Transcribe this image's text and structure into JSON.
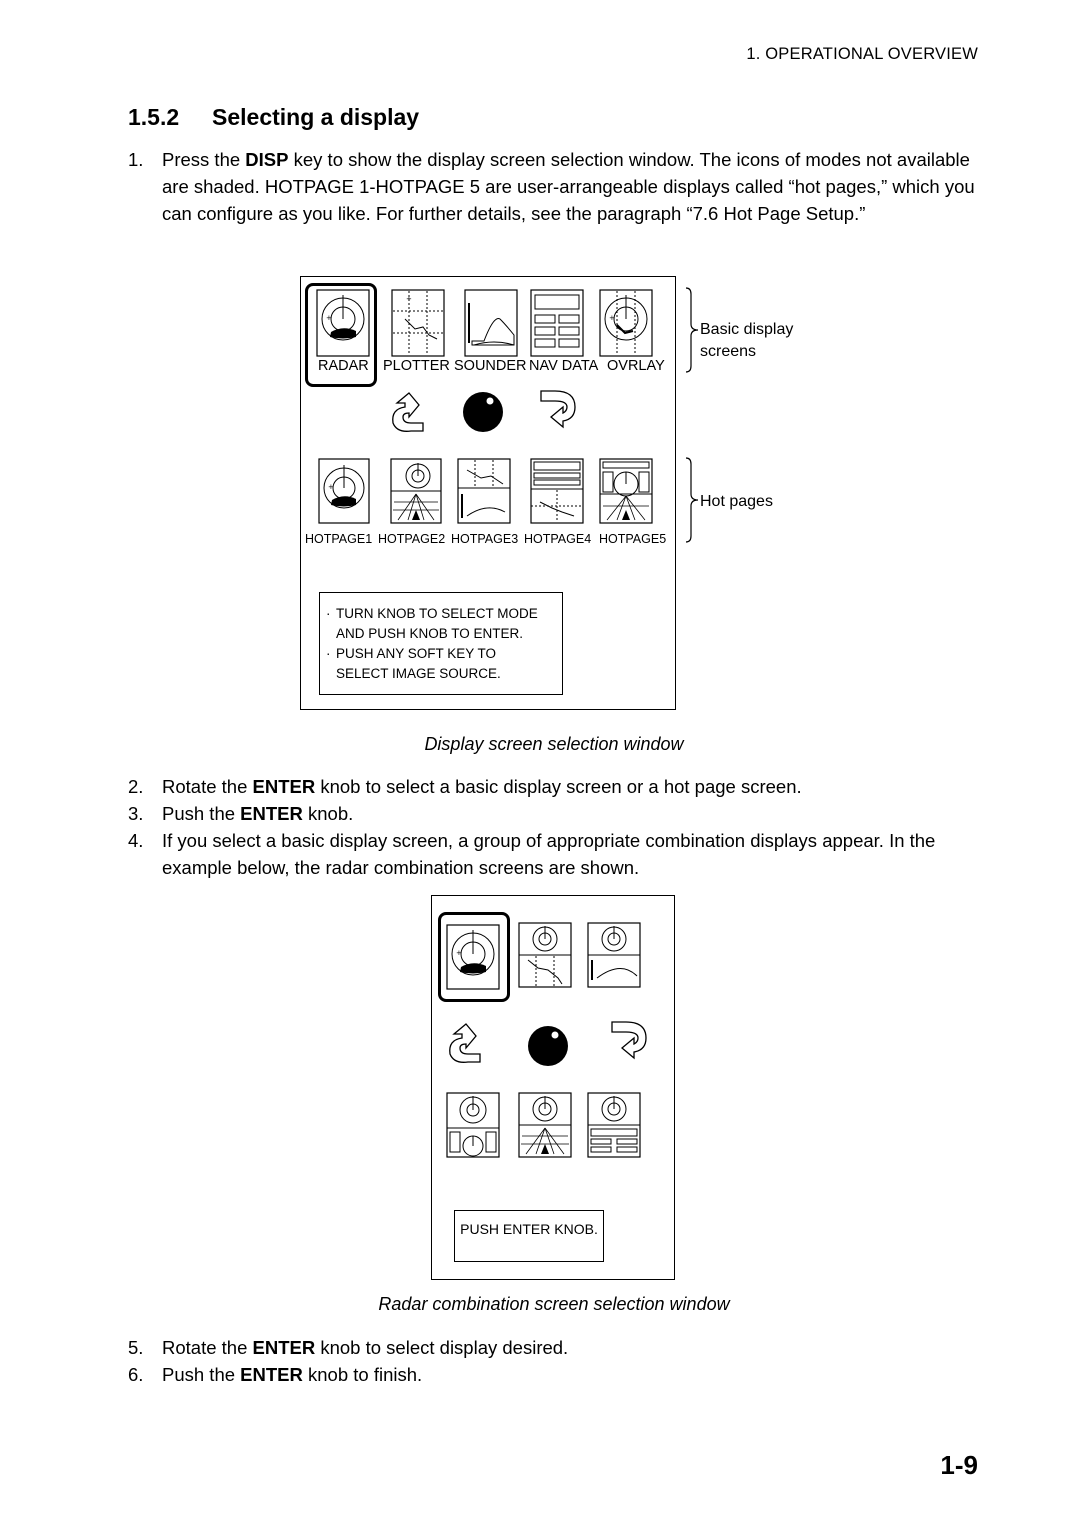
{
  "header": {
    "chapter": "1. OPERATIONAL OVERVIEW"
  },
  "section": {
    "number": "1.5.2",
    "title": "Selecting a display"
  },
  "steps_a": [
    {
      "n": "1.",
      "parts": [
        "Press the ",
        "DISP",
        " key to show the display screen selection window. The icons of modes not available are shaded. HOTPAGE 1-HOTPAGE 5 are user-arrangeable displays called “hot pages,” which you can configure as you like. For further details, see the paragraph “7.6 Hot Page Setup.”"
      ]
    }
  ],
  "figure1": {
    "modes": [
      "RADAR",
      "PLOTTER",
      "SOUNDER",
      "NAV DATA",
      "OVRLAY"
    ],
    "hotpages": [
      "HOTPAGE1",
      "HOTPAGE2",
      "HOTPAGE3",
      "HOTPAGE4",
      "HOTPAGE5"
    ],
    "instructions": [
      "TURN KNOB TO SELECT MODE",
      "AND PUSH KNOB TO ENTER.",
      "PUSH ANY SOFT KEY TO",
      "SELECT IMAGE SOURCE."
    ],
    "bullet": "·",
    "bracket_basic": [
      "Basic display",
      "screens"
    ],
    "bracket_hot": "Hot pages",
    "caption": "Display screen selection window"
  },
  "steps_b": [
    {
      "n": "2.",
      "parts": [
        "Rotate the ",
        "ENTER",
        " knob to select a basic display screen or a hot page screen."
      ]
    },
    {
      "n": "3.",
      "parts": [
        "Push the ",
        "ENTER",
        " knob."
      ]
    },
    {
      "n": "4.",
      "parts": [
        "If you select a basic display screen, a group of appropriate combination displays appear. In the example below, the radar combination screens are shown."
      ]
    }
  ],
  "figure2": {
    "instruction": "PUSH ENTER KNOB.",
    "caption": "Radar combination screen selection window"
  },
  "steps_c": [
    {
      "n": "5.",
      "parts": [
        "Rotate the ",
        "ENTER",
        " knob to select display desired."
      ]
    },
    {
      "n": "6.",
      "parts": [
        "Push the ",
        "ENTER",
        " knob to finish."
      ]
    }
  ],
  "page_number": "1-9"
}
